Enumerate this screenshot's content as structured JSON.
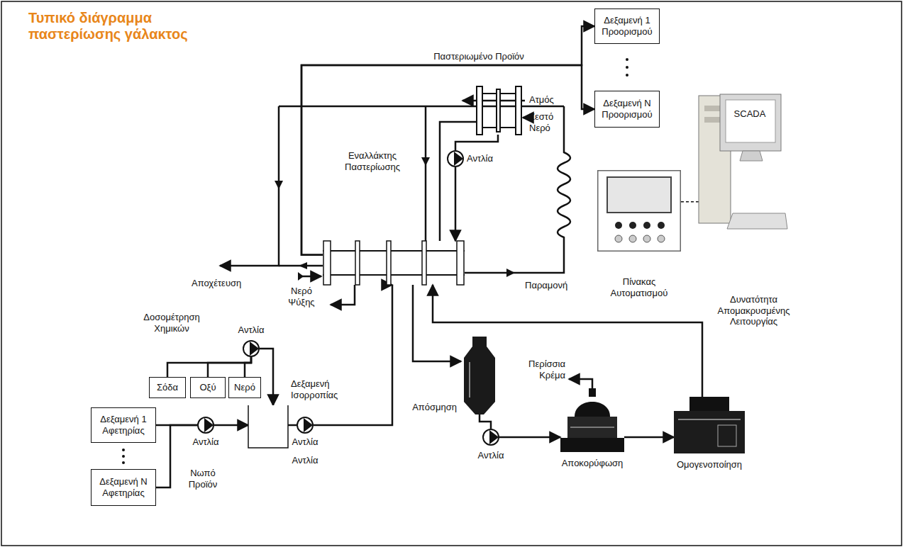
{
  "diagram": {
    "title": "Τυπικό διάγραμμα παστερίωσης γάλακτος",
    "nodes": [
      {
        "text": [
          "Δεξαμενή 1 Προορισμού"
        ]
      },
      {
        "text": [
          "Δεξαμενή Ν Προορισμού"
        ]
      },
      {
        "text": [
          "Εναλλάκτης Παστερίωσης"
        ]
      },
      {
        "text": [
          "Αντλία"
        ]
      },
      {
        "text": [
          "Πίνακας Αυτοματισμού"
        ]
      },
      {
        "text": [
          "SCADA",
          "Δυνατότητα Απομακρυσμένης Λειτουργίας"
        ]
      },
      {
        "text": [
          "Αντλία"
        ]
      },
      {
        "text": [
          "Σόδα"
        ]
      },
      {
        "text": [
          "Οξύ"
        ]
      },
      {
        "text": [
          "Νερό"
        ]
      },
      {
        "text": [
          "Δεξαμενή 1 Αφετηρίας"
        ]
      },
      {
        "text": [
          "Δεξαμενή Ν Αφετηρίας"
        ]
      },
      {
        "text": [
          "Αντλία"
        ]
      },
      {
        "text": [
          "Δεξαμενή Ισορροπίας"
        ]
      },
      {
        "text": [
          "Αντλία"
        ]
      },
      {
        "text": [
          "Απόσμηση"
        ]
      },
      {
        "text": [
          "Αντλία"
        ]
      },
      {
        "text": [
          "Αποκορύφωση"
        ]
      },
      {
        "text": [
          "Ομογενοποίηση"
        ]
      }
    ],
    "edges": [
      {
        "from": 7,
        "to": 6,
        "arrow": "none"
      },
      {
        "from": 8,
        "to": 6,
        "arrow": "none"
      },
      {
        "from": 9,
        "to": 6,
        "arrow": "none"
      },
      {
        "from": 6,
        "to": 13,
        "arrow": "to"
      },
      {
        "from": 10,
        "to": 12,
        "arrow": "none"
      },
      {
        "from": 11,
        "to": 12,
        "arrow": "none"
      },
      {
        "from": 12,
        "to": 13,
        "arrow": "to"
      },
      {
        "from": 13,
        "to": 14,
        "arrow": "none"
      },
      {
        "from": 14,
        "to": 2,
        "arrow": "to"
      },
      {
        "from": 2,
        "to": 15,
        "arrow": "to"
      },
      {
        "from": 15,
        "to": 16,
        "arrow": "none"
      },
      {
        "from": 16,
        "to": 17,
        "arrow": "to"
      },
      {
        "from": 17,
        "to": 18,
        "arrow": "to"
      },
      {
        "from": 18,
        "to": 2,
        "arrow": "to"
      },
      {
        "from": 2,
        "to": 0,
        "arrow": "to"
      },
      {
        "from": 2,
        "to": 1,
        "arrow": "to"
      },
      {
        "from": 3,
        "to": 2,
        "arrow": "to"
      },
      {
        "from": 4,
        "to": 5,
        "arrow": "none"
      }
    ],
    "labels": [
      "Παστεριωμένο Προϊόν",
      "Ατμός",
      "Ζεστό Νερό",
      "Παραμονή",
      "Αποχέτευση",
      "Νερό Ψύξης",
      "Δοσομέτρηση Χημικών",
      "Νωπό Προϊόν",
      "Αντλία",
      "Περίσσια Κρέμα"
    ]
  }
}
